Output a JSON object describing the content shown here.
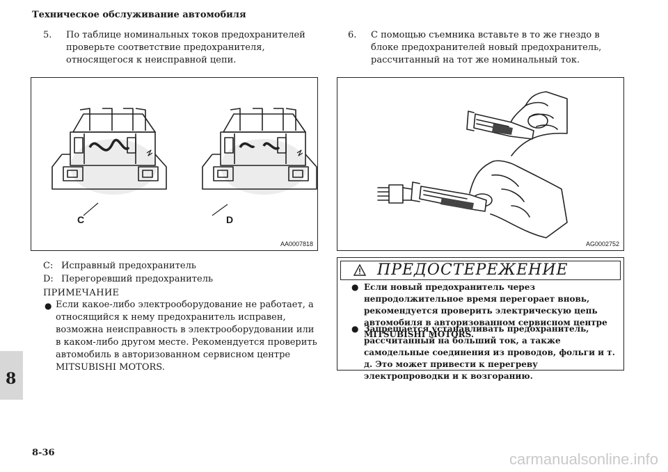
{
  "header": {
    "title": "Техническое обслуживание автомобиля"
  },
  "left": {
    "step": {
      "num": "5.",
      "text": "По таблице номинальных токов предохранителей проверьте соответствие предохранителя, относящегося к неисправной цепи."
    },
    "figure": {
      "label_c": "C",
      "label_d": "D",
      "code": "AA0007818"
    },
    "legend": [
      {
        "key": "C:",
        "text": "Исправный предохранитель"
      },
      {
        "key": "D:",
        "text": "Перегоревший предохранитель"
      }
    ],
    "note": {
      "title": "ПРИМЕЧАНИЕ",
      "bullet": "●",
      "text": "Если какое-либо электрооборудование не работает, а относящийся к нему предохранитель исправен, возможна неисправность в электрооборудовании или в каком-либо другом месте. Рекомендуется проверить автомобиль в авторизованном сервисном центре MITSUBISHI MOTORS."
    }
  },
  "right": {
    "step": {
      "num": "6.",
      "text": "С помощью съемника вставьте в то же гнездо в блоке предохранителей новый предохранитель, рассчитанный на тот же номинальный ток."
    },
    "figure": {
      "code": "AG0002752"
    },
    "warning": {
      "title": "ПРЕДОСТЕРЕЖЕНИЕ",
      "bullet": "●",
      "items": [
        "Если новый предохранитель через непродолжительное время перегорает вновь, рекомендуется проверить электрическую цепь автомобиля в авторизованном сервисном центре MITSUBISHI MOTORS.",
        "Запрещается устанавливать предохранитель, рассчитанный на больший ток, а также самодельные соединения из проводов, фольги и т. д. Это может привести к перегреву электропроводки и к возгоранию."
      ]
    }
  },
  "chapter": "8",
  "page": "8-36",
  "watermark": "carmanualsonline.info"
}
